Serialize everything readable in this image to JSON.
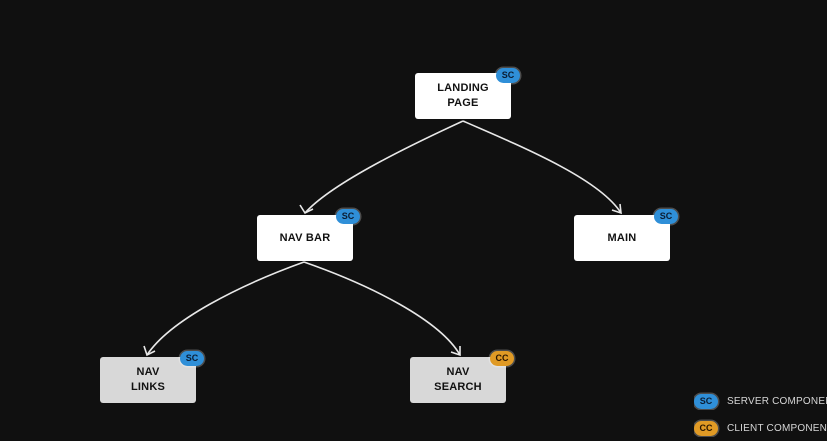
{
  "diagram": {
    "nodes": [
      {
        "id": "landing",
        "label": "LANDING\nPAGE",
        "badge": "SC"
      },
      {
        "id": "navbar",
        "label": "NAV BAR",
        "badge": "SC"
      },
      {
        "id": "main",
        "label": "MAIN",
        "badge": "SC"
      },
      {
        "id": "navlinks",
        "label": "NAV\nLINKS",
        "badge": "SC"
      },
      {
        "id": "navsearch",
        "label": "NAV\nSEARCH",
        "badge": "CC"
      }
    ],
    "edges": [
      {
        "from": "landing",
        "to": "navbar"
      },
      {
        "from": "landing",
        "to": "main"
      },
      {
        "from": "navbar",
        "to": "navlinks"
      },
      {
        "from": "navbar",
        "to": "navsearch"
      }
    ]
  },
  "legend": {
    "server": {
      "badge": "SC",
      "label": "SERVER COMPONENT"
    },
    "client": {
      "badge": "CC",
      "label": "CLIENT COMPONENT"
    }
  },
  "colors": {
    "background": "#101010",
    "server_badge": "#2f8fd8",
    "client_badge": "#e09a25",
    "edge": "#e8e8e8"
  }
}
